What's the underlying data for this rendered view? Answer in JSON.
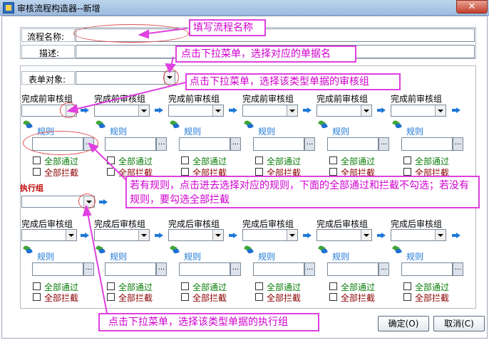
{
  "window": {
    "title": "审核流程构造器--新增",
    "close_glyph": "✕"
  },
  "header": {
    "flow_name_label": "流程名称:",
    "flow_name_value": "",
    "description_label": "描述:",
    "description_value": ""
  },
  "form": {
    "object_label": "表单对象:",
    "object_value": ""
  },
  "before_groups": {
    "column_title": "完成前审核组",
    "rule_label": "规则",
    "all_pass_label": "全部通过",
    "all_block_label": "全部拦截",
    "dots_label": "..."
  },
  "exec_group": {
    "title": "执行组"
  },
  "after_groups": {
    "column_title": "完成后审核组",
    "rule_label": "规则",
    "all_pass_label": "全部通过",
    "all_block_label": "全部拦截",
    "dots_label": "..."
  },
  "buttons": {
    "ok": "确定(O)",
    "cancel": "取消(C)"
  },
  "annotations": {
    "flow_name": "填写流程名称",
    "form_object": "点击下拉菜单，选择对应的单据名",
    "audit_group": "点击下拉菜单，选择该类型单据的审核组",
    "rules": "若有规则，点击进去选择对应的规则，下面的全部通过和拦截不勾选；若没有规则，要勾选全部拦截",
    "exec_group": "点击下拉菜单，选择该类型单据的执行组"
  },
  "colors": {
    "annotation": "#e040e0",
    "exec_title": "#c00000",
    "check_pass": "#0a7d0a",
    "check_block": "#8b0000",
    "rule_link": "#1e78d6"
  }
}
